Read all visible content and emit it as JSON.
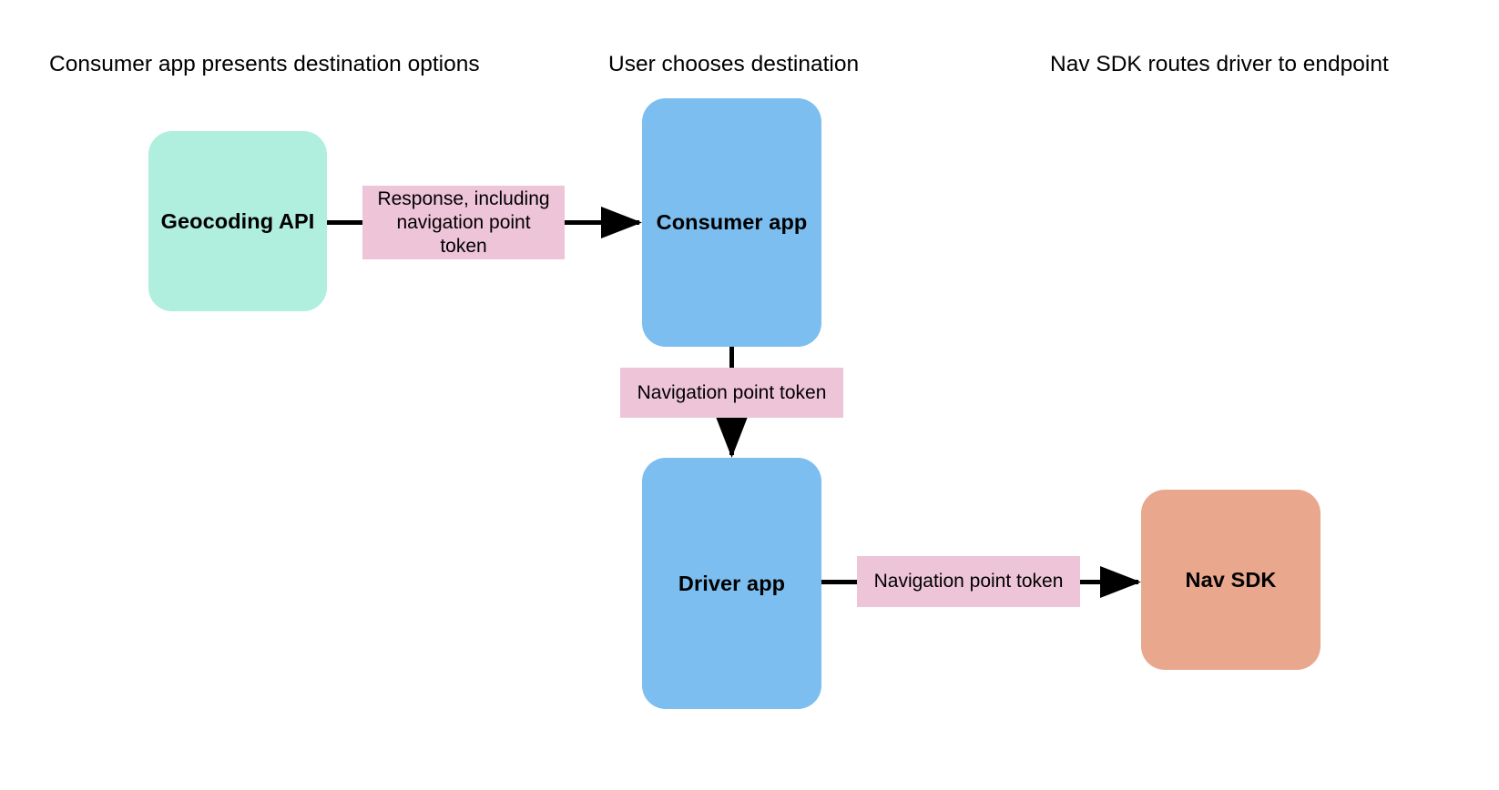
{
  "diagram": {
    "title_columns": [
      {
        "id": "col-1",
        "label": "Consumer app presents destination options"
      },
      {
        "id": "col-2",
        "label": "User chooses destination"
      },
      {
        "id": "col-3",
        "label": "Nav SDK routes driver to endpoint"
      }
    ],
    "nodes": [
      {
        "id": "geocoding-api",
        "label": "Geocoding API",
        "color": "#b0eedd"
      },
      {
        "id": "consumer-app",
        "label": "Consumer app",
        "color": "#7cbeef"
      },
      {
        "id": "driver-app",
        "label": "Driver app",
        "color": "#7cbeef"
      },
      {
        "id": "nav-sdk",
        "label": "Nav SDK",
        "color": "#e9a78e"
      }
    ],
    "edges": [
      {
        "id": "geocoding-to-consumer",
        "from": "geocoding-api",
        "to": "consumer-app",
        "label_lines": [
          "Response, including",
          "navigation point",
          "token"
        ],
        "label_color": "#eec4d8",
        "direction": "right"
      },
      {
        "id": "consumer-to-driver",
        "from": "consumer-app",
        "to": "driver-app",
        "label_lines": [
          "Navigation point token"
        ],
        "label_color": "#eec4d8",
        "direction": "down"
      },
      {
        "id": "driver-to-navsdk",
        "from": "driver-app",
        "to": "nav-sdk",
        "label_lines": [
          "Navigation point token"
        ],
        "label_color": "#eec4d8",
        "direction": "right"
      }
    ],
    "arrow_color": "#000000",
    "background": "#ffffff"
  }
}
